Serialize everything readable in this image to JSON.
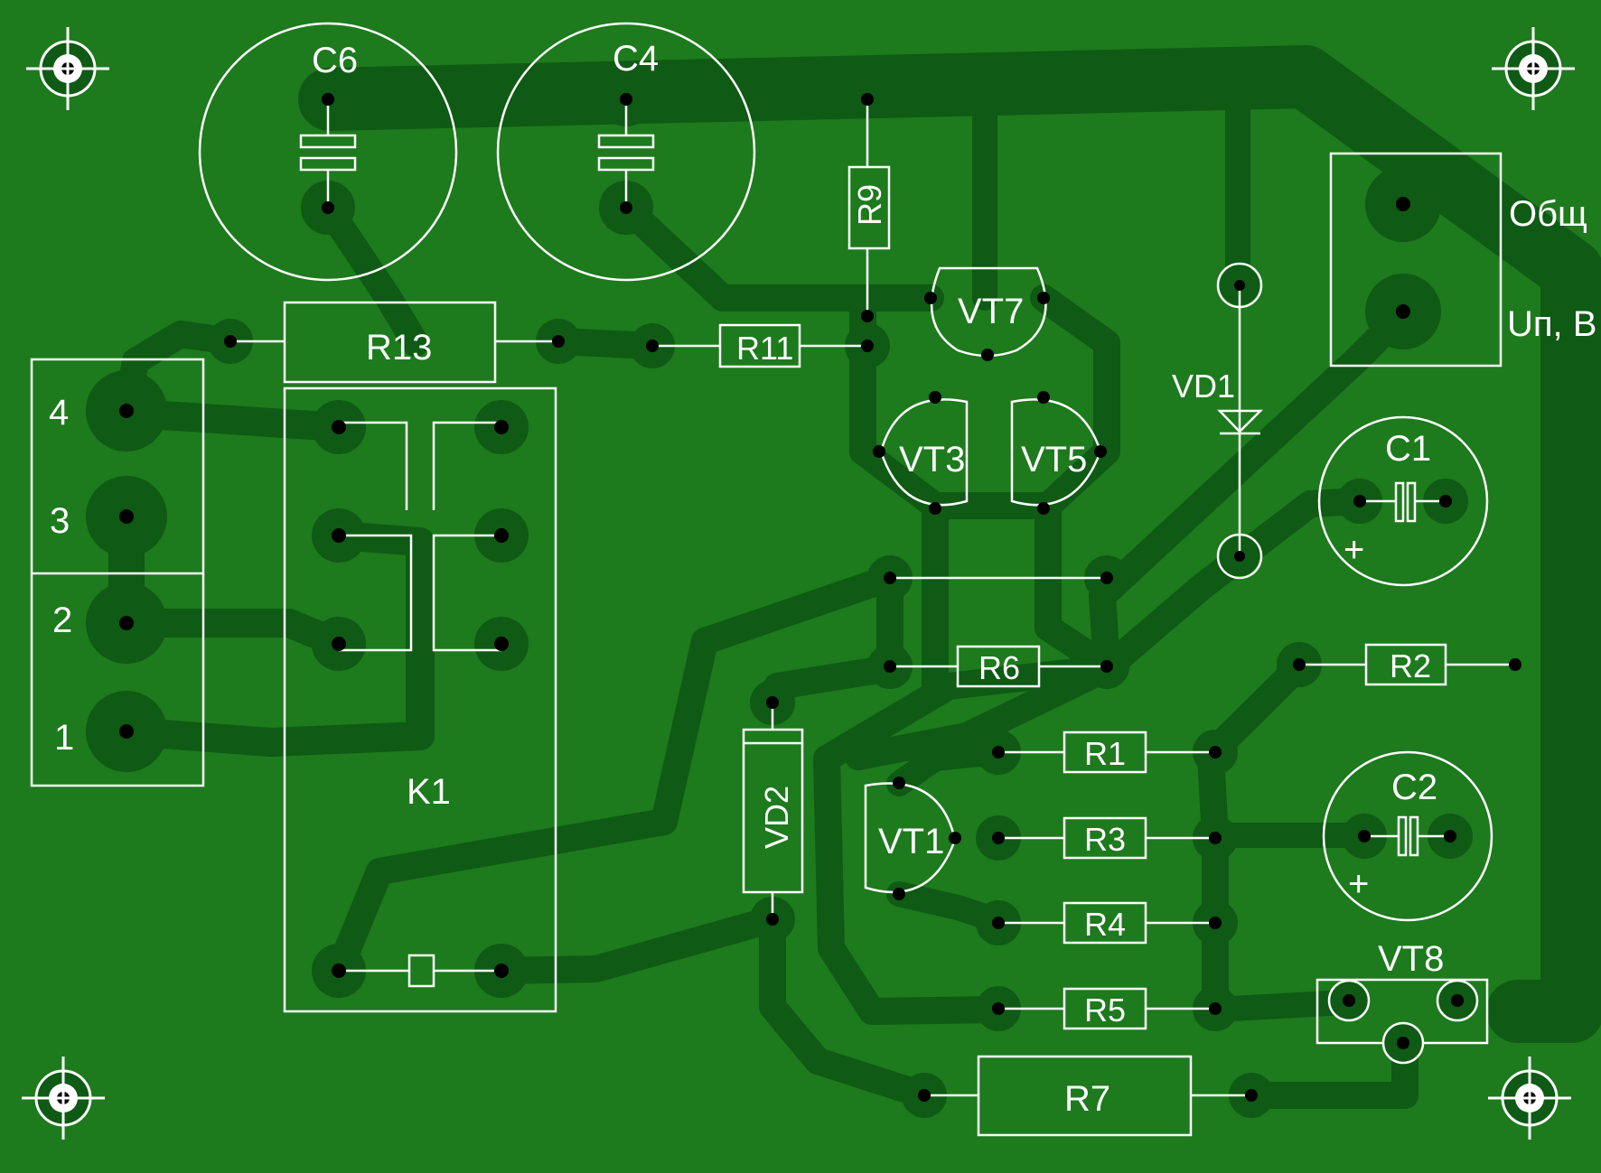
{
  "board": {
    "background": "#1d7a1d",
    "trace_color": "#0f5a14",
    "silk_color": "#ffffff"
  },
  "labels": {
    "C6": "C6",
    "C4": "C4",
    "R9": "R9",
    "R13": "R13",
    "R11": "R11",
    "VT7": "VT7",
    "VT3": "VT3",
    "VT5": "VT5",
    "VD1": "VD1",
    "conn_common": "Общ",
    "conn_supply": "Uп, В",
    "C1": "C1",
    "C1_plus": "+",
    "C2": "C2",
    "C2_plus": "+",
    "R2": "R2",
    "R6": "R6",
    "R1": "R1",
    "R3": "R3",
    "R4": "R4",
    "R5": "R5",
    "R7": "R7",
    "VD2": "VD2",
    "VT1": "VT1",
    "VT8": "VT8",
    "K1": "K1",
    "pin4": "4",
    "pin3": "3",
    "pin2": "2",
    "pin1": "1"
  },
  "icons": [
    "fiducial-icon"
  ]
}
